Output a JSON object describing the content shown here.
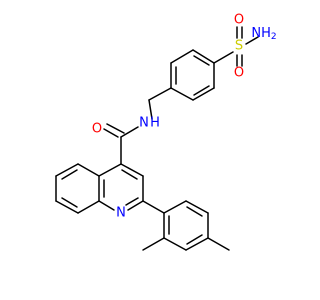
{
  "molecule": {
    "atoms": {
      "o_carbonyl": "O",
      "n_amide_text": "N",
      "h_amide_text": "H",
      "n_quinoline": "N",
      "s_sulfonyl": "S",
      "o_sulfonyl_top": "O",
      "o_sulfonyl_bottom": "O",
      "n_sulfonamide_text": "NH",
      "n_sulfonamide_sub": "2"
    },
    "colors": {
      "bond": "#000000",
      "oxygen": "#ff0000",
      "nitrogen": "#0000ff",
      "sulfur": "#cccc00",
      "background": "#ffffff"
    }
  }
}
